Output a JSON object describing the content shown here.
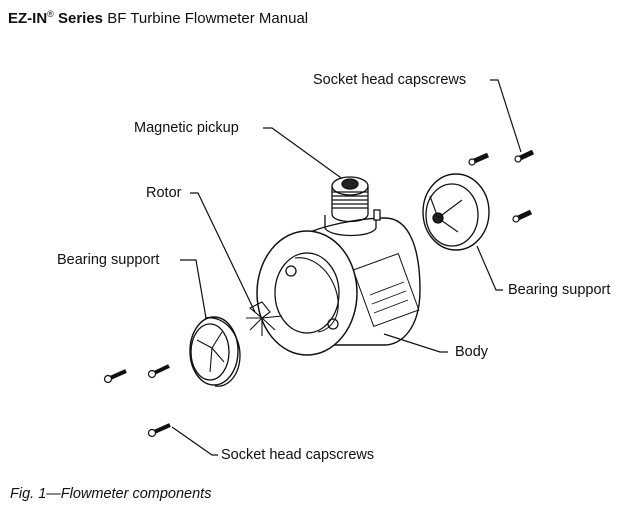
{
  "header": {
    "brand": "EZ-IN",
    "registered_mark": "®",
    "series": "Series",
    "title_rest": "BF Turbine Flowmeter Manual"
  },
  "callouts": {
    "capscrews_top": "Socket head capscrews",
    "magnetic_pickup": "Magnetic pickup",
    "rotor": "Rotor",
    "bearing_support_left": "Bearing support",
    "bearing_support_right": "Bearing support",
    "body": "Body",
    "capscrews_bottom": "Socket head capscrews"
  },
  "figure": {
    "caption": "Fig. 1—Flowmeter components"
  }
}
